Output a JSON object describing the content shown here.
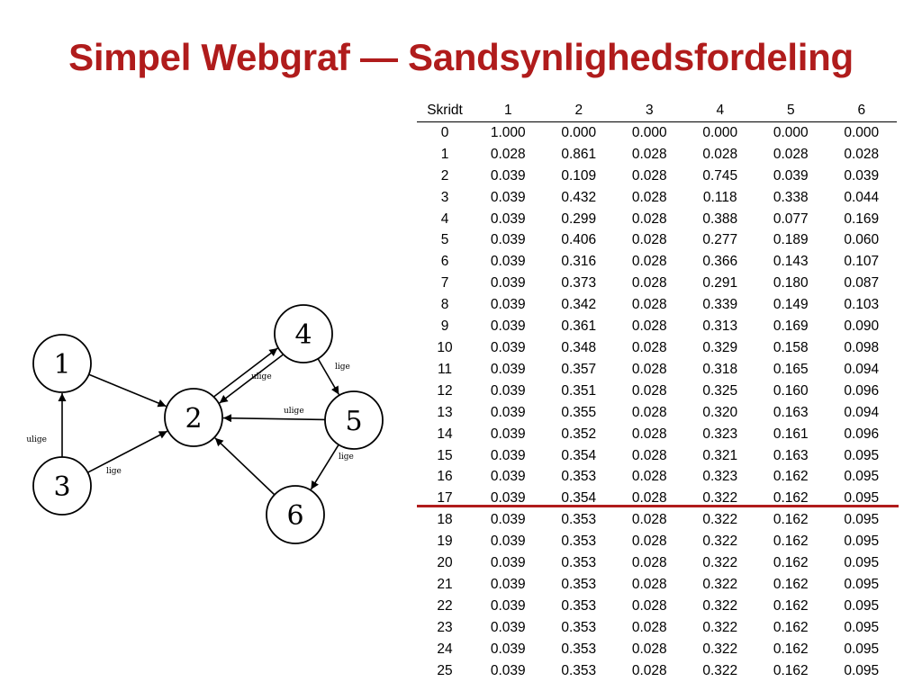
{
  "title": "Simpel Webgraf — Sandsynlighedsfordeling",
  "colors": {
    "title": "#b01c1c",
    "highlight_line": "#b01c1c"
  },
  "graph": {
    "nodes": [
      "1",
      "2",
      "3",
      "4",
      "5",
      "6"
    ],
    "edges": [
      {
        "from": "1",
        "to": "2",
        "label": ""
      },
      {
        "from": "3",
        "to": "1",
        "label": "ulige"
      },
      {
        "from": "3",
        "to": "2",
        "label": "lige"
      },
      {
        "from": "2",
        "to": "4",
        "label": ""
      },
      {
        "from": "4",
        "to": "2",
        "label": "ulige"
      },
      {
        "from": "4",
        "to": "5",
        "label": "lige"
      },
      {
        "from": "5",
        "to": "2",
        "label": "ulige"
      },
      {
        "from": "5",
        "to": "6",
        "label": "lige"
      },
      {
        "from": "6",
        "to": "2",
        "label": ""
      }
    ]
  },
  "table": {
    "columns": [
      "Skridt",
      "1",
      "2",
      "3",
      "4",
      "5",
      "6"
    ],
    "rows": [
      [
        "0",
        "1.000",
        "0.000",
        "0.000",
        "0.000",
        "0.000",
        "0.000"
      ],
      [
        "1",
        "0.028",
        "0.861",
        "0.028",
        "0.028",
        "0.028",
        "0.028"
      ],
      [
        "2",
        "0.039",
        "0.109",
        "0.028",
        "0.745",
        "0.039",
        "0.039"
      ],
      [
        "3",
        "0.039",
        "0.432",
        "0.028",
        "0.118",
        "0.338",
        "0.044"
      ],
      [
        "4",
        "0.039",
        "0.299",
        "0.028",
        "0.388",
        "0.077",
        "0.169"
      ],
      [
        "5",
        "0.039",
        "0.406",
        "0.028",
        "0.277",
        "0.189",
        "0.060"
      ],
      [
        "6",
        "0.039",
        "0.316",
        "0.028",
        "0.366",
        "0.143",
        "0.107"
      ],
      [
        "7",
        "0.039",
        "0.373",
        "0.028",
        "0.291",
        "0.180",
        "0.087"
      ],
      [
        "8",
        "0.039",
        "0.342",
        "0.028",
        "0.339",
        "0.149",
        "0.103"
      ],
      [
        "9",
        "0.039",
        "0.361",
        "0.028",
        "0.313",
        "0.169",
        "0.090"
      ],
      [
        "10",
        "0.039",
        "0.348",
        "0.028",
        "0.329",
        "0.158",
        "0.098"
      ],
      [
        "11",
        "0.039",
        "0.357",
        "0.028",
        "0.318",
        "0.165",
        "0.094"
      ],
      [
        "12",
        "0.039",
        "0.351",
        "0.028",
        "0.325",
        "0.160",
        "0.096"
      ],
      [
        "13",
        "0.039",
        "0.355",
        "0.028",
        "0.320",
        "0.163",
        "0.094"
      ],
      [
        "14",
        "0.039",
        "0.352",
        "0.028",
        "0.323",
        "0.161",
        "0.096"
      ],
      [
        "15",
        "0.039",
        "0.354",
        "0.028",
        "0.321",
        "0.163",
        "0.095"
      ],
      [
        "16",
        "0.039",
        "0.353",
        "0.028",
        "0.323",
        "0.162",
        "0.095"
      ],
      [
        "17",
        "0.039",
        "0.354",
        "0.028",
        "0.322",
        "0.162",
        "0.095"
      ],
      [
        "18",
        "0.039",
        "0.353",
        "0.028",
        "0.322",
        "0.162",
        "0.095"
      ],
      [
        "19",
        "0.039",
        "0.353",
        "0.028",
        "0.322",
        "0.162",
        "0.095"
      ],
      [
        "20",
        "0.039",
        "0.353",
        "0.028",
        "0.322",
        "0.162",
        "0.095"
      ],
      [
        "21",
        "0.039",
        "0.353",
        "0.028",
        "0.322",
        "0.162",
        "0.095"
      ],
      [
        "22",
        "0.039",
        "0.353",
        "0.028",
        "0.322",
        "0.162",
        "0.095"
      ],
      [
        "23",
        "0.039",
        "0.353",
        "0.028",
        "0.322",
        "0.162",
        "0.095"
      ],
      [
        "24",
        "0.039",
        "0.353",
        "0.028",
        "0.322",
        "0.162",
        "0.095"
      ],
      [
        "25",
        "0.039",
        "0.353",
        "0.028",
        "0.322",
        "0.162",
        "0.095"
      ]
    ]
  }
}
